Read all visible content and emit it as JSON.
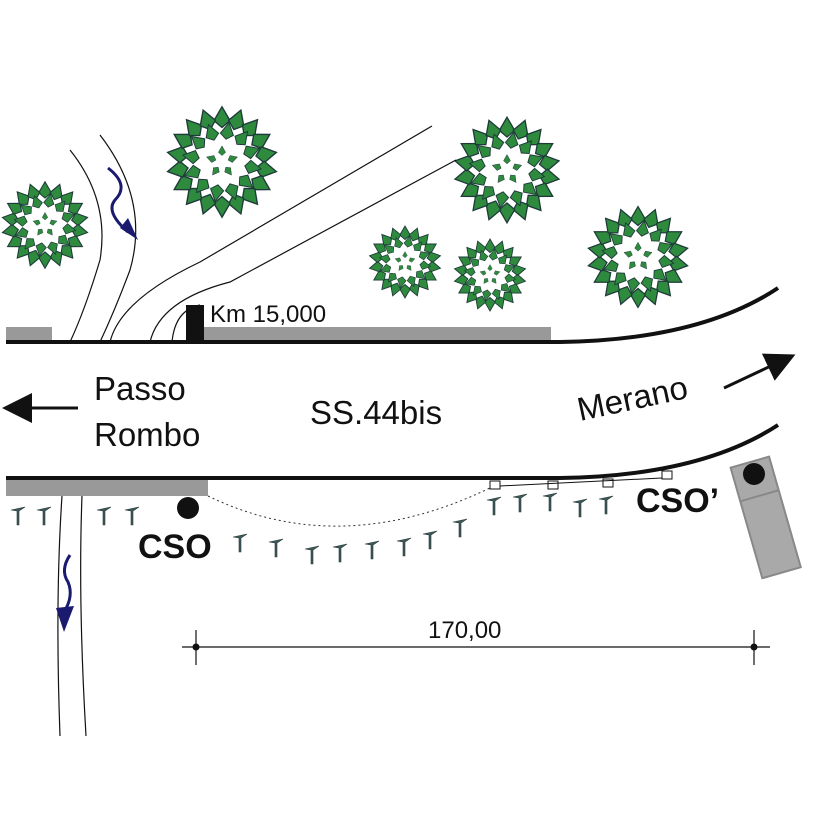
{
  "labels": {
    "km_marker": "Km 15,000",
    "destination_left_line1": "Passo",
    "destination_left_line2": "Rombo",
    "road_name": "SS.44bis",
    "destination_right": "Merano",
    "cso": "CSO",
    "cso_prime": "CSO’",
    "dimension": "170,00"
  },
  "colors": {
    "road_line": "#111111",
    "shoulder": "#999999",
    "tree_leaf": "#2e8b3e",
    "tree_leaf_dark": "#2a4a4a",
    "shrub": "#3d5a58",
    "flow_arrow": "#1a1a6e",
    "station_fill": "#a9a9a9"
  },
  "icons": {
    "direction_left": "arrow-left-icon",
    "direction_right": "arrow-right-icon",
    "water_flow": "flow-arrow-icon",
    "tree": "tree-icon",
    "shrub": "shrub-icon"
  }
}
